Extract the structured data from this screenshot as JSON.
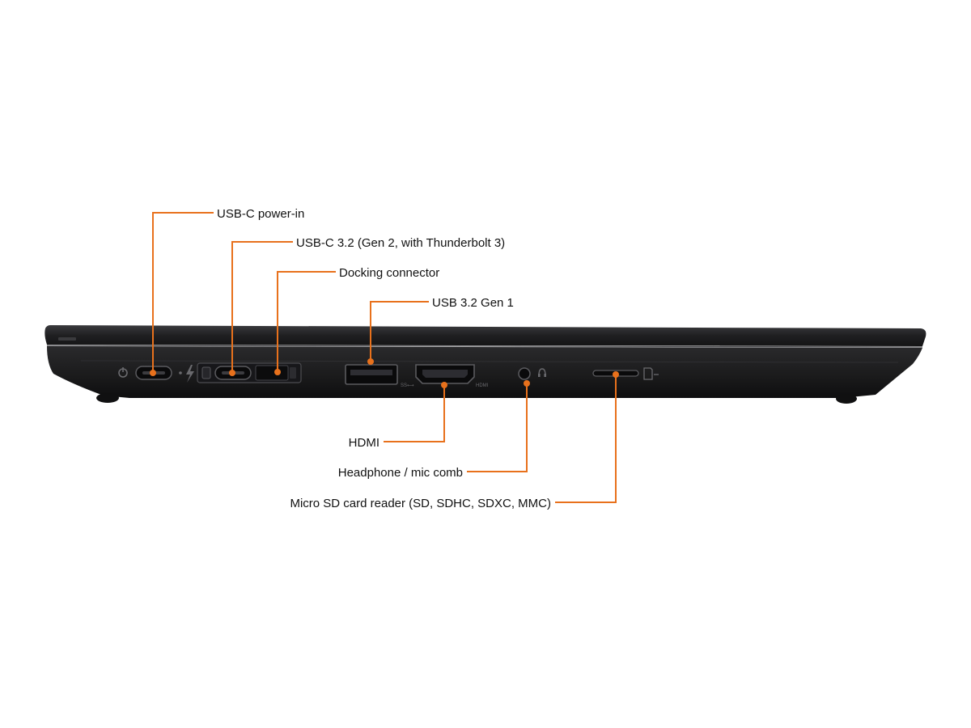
{
  "diagram": {
    "accent_color": "#e8711c",
    "laptop_color": "#1c1c1e",
    "callouts": [
      {
        "id": "usb-c-power-in",
        "label": "USB-C power-in"
      },
      {
        "id": "usb-c-thunderbolt",
        "label": "USB-C 3.2 (Gen 2, with Thunderbolt 3)"
      },
      {
        "id": "docking-connector",
        "label": "Docking connector"
      },
      {
        "id": "usb-3-2-gen-1",
        "label": "USB 3.2 Gen 1"
      },
      {
        "id": "hdmi",
        "label": "HDMI"
      },
      {
        "id": "headphone-mic",
        "label": "Headphone / mic comb"
      },
      {
        "id": "micro-sd",
        "label": "Micro SD card reader (SD, SDHC, SDXC, MMC)"
      }
    ],
    "port_icons": [
      "power-icon",
      "thunderbolt-icon",
      "usb-superspeed-icon",
      "hdmi-icon",
      "headset-icon",
      "sd-card-icon"
    ]
  }
}
